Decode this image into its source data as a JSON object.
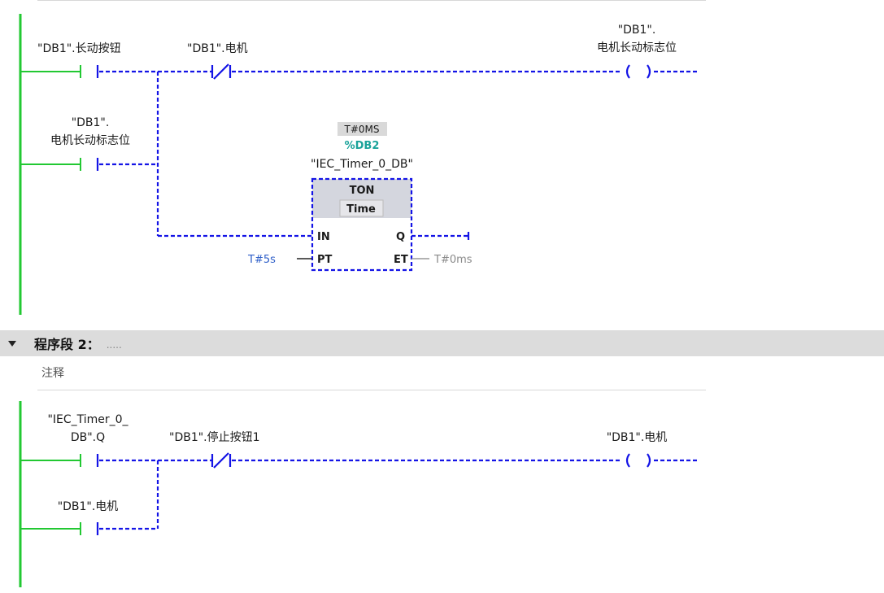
{
  "network1": {
    "contact1_label": "\"DB1\".长动按钮",
    "contact2_label": "\"DB1\".电机",
    "coil_label_l1": "\"DB1\".",
    "coil_label_l2": "电机长动标志位",
    "contact3_label_l1": "\"DB1\".",
    "contact3_label_l2": "电机长动标志位",
    "timer": {
      "preset_display": "T#0MS",
      "instance_db": "%DB2",
      "instance_name": "\"IEC_Timer_0_DB\"",
      "type": "TON",
      "data_type": "Time",
      "pin_in": "IN",
      "pin_q": "Q",
      "pin_pt": "PT",
      "pin_et": "ET",
      "pt_value": "T#5s",
      "et_value": "T#0ms"
    }
  },
  "network2": {
    "segment_title": "程序段 2：",
    "segment_dots": ".....",
    "comment": "注释",
    "contact1_label_l1": "\"IEC_Timer_0_",
    "contact1_label_l2": "DB\".Q",
    "contact2_label": "\"DB1\".停止按钮1",
    "coil_label": "\"DB1\".电机",
    "contact3_label": "\"DB1\".电机"
  }
}
